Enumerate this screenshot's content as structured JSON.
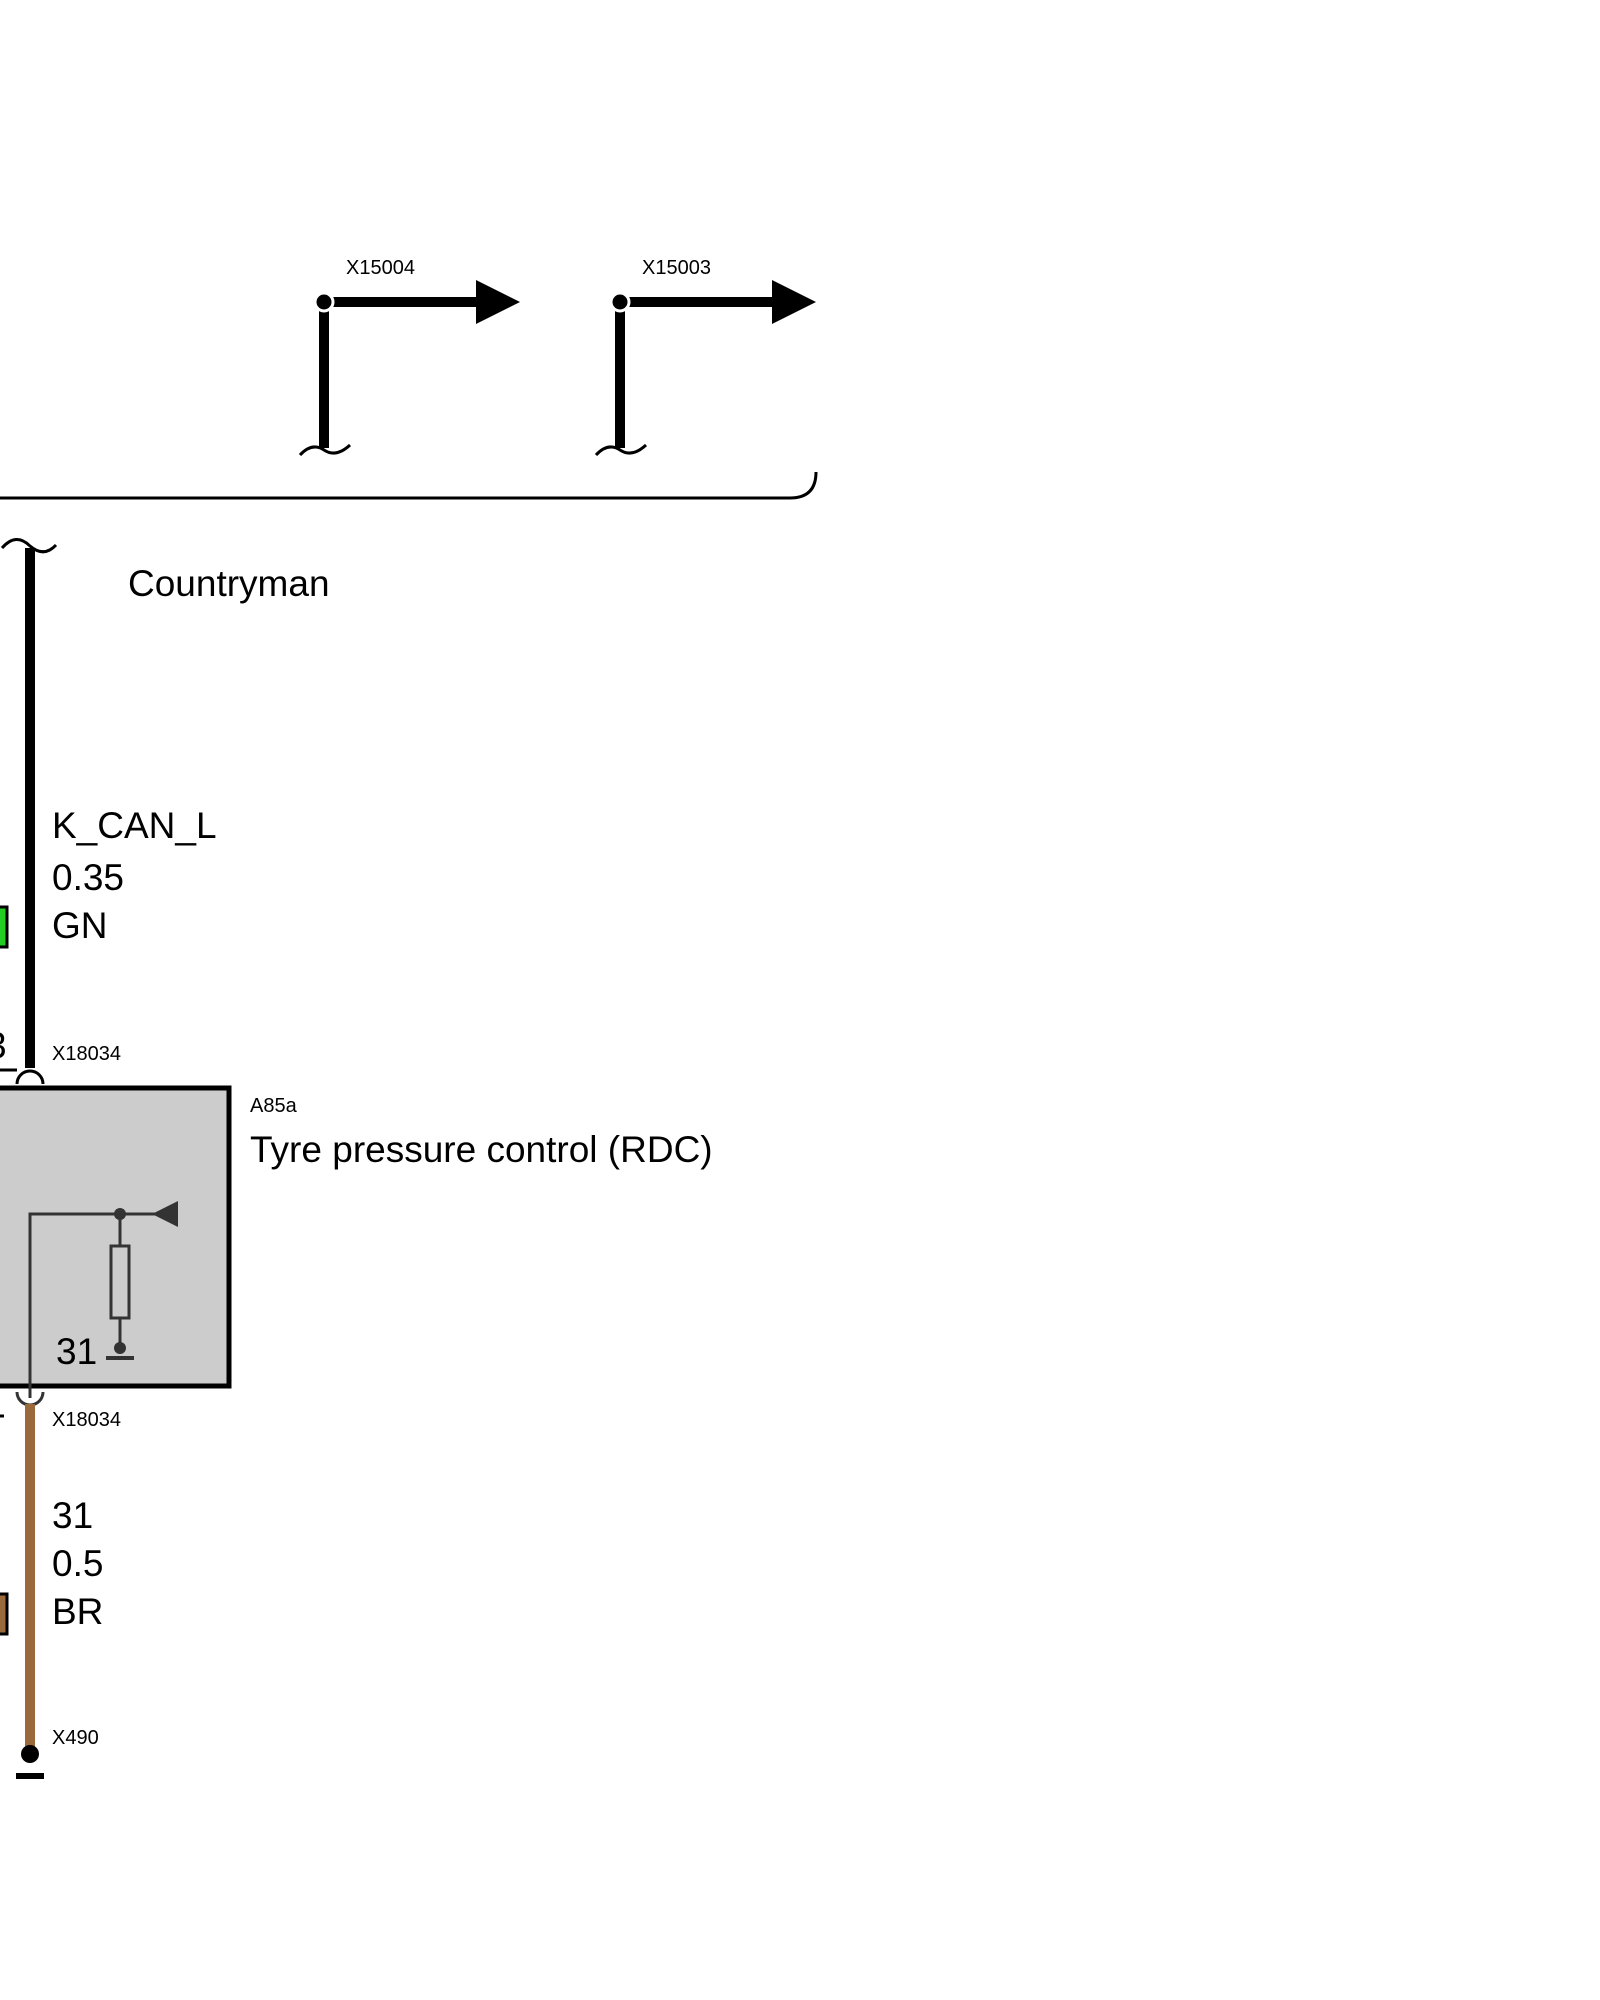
{
  "connectors": {
    "top_left": "X15004",
    "top_right": "X15003",
    "module_top": "X18034",
    "module_bottom": "X18034",
    "ground": "X490"
  },
  "variant_label": "Countryman",
  "wire_upper": {
    "signal": "K_CAN_L",
    "cross_section": "0.35",
    "color_code": "GN",
    "color": "#22cc22"
  },
  "wire_lower": {
    "signal": "31",
    "cross_section": "0.5",
    "color_code": "BR",
    "color": "#9a6a3a"
  },
  "module": {
    "id": "A85a",
    "name": "Tyre pressure control (RDC)",
    "pin_label": "31",
    "fill": "#cccccc"
  },
  "partial_pin_text": "3"
}
